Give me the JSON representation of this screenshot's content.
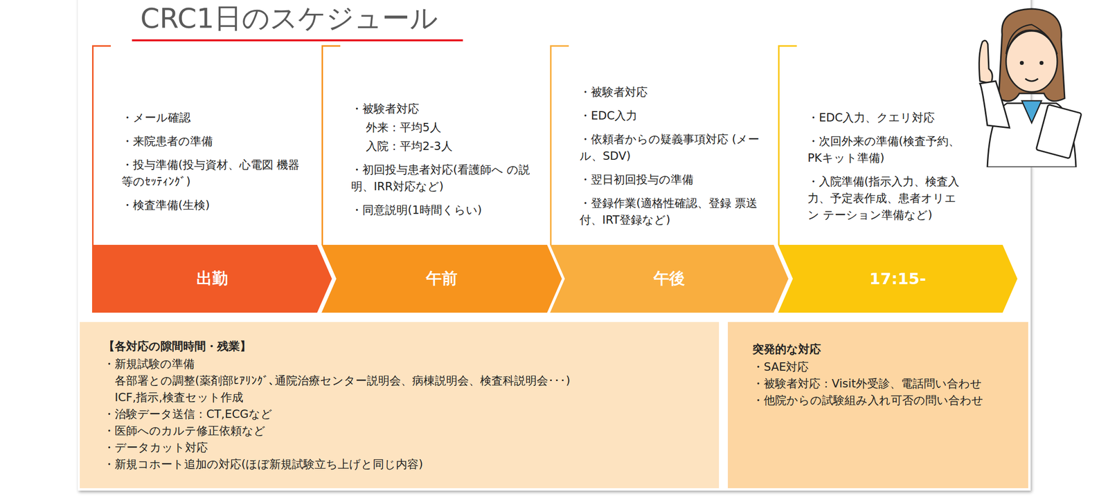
{
  "diagram": {
    "title": "CRC1日のスケジュール",
    "nodes": [
      {
        "text": [
          "・メール確認",
          "・来院患者の準備",
          "・投与準備(投与資材、心電図 機器等のｾｯﾃｨﾝｸﾞ)",
          "・検査準備(生検)"
        ]
      },
      {
        "text": [
          "出勤"
        ]
      },
      {
        "text": [
          "・被験者対応",
          "外来：平均5人",
          "入院：平均2-3人",
          "・初回投与患者対応(看護師へ の説明、IRR対応など)",
          "・同意説明(1時間くらい)"
        ]
      },
      {
        "text": [
          "午前"
        ]
      },
      {
        "text": [
          "・被験者対応",
          "・EDC入力",
          "・依頼者からの疑義事項対応 (メール、SDV)",
          "・翌日初回投与の準備",
          "・登録作業(適格性確認、登録 票送付、IRT登録など)"
        ]
      },
      {
        "text": [
          "午後"
        ]
      },
      {
        "text": [
          "・EDC入力、クエリ対応",
          "・次回外来の準備(検査予約、 PKキット準備)",
          "・入院準備(指示入力、検査入 力、予定表作成、患者オリエン テーション準備など)"
        ]
      },
      {
        "text": [
          "17:15-"
        ]
      },
      {
        "text": [
          "【各対応の隙間時間・残業】",
          "・新規試験の準備",
          "各部署との調整(薬剤部ﾋｱﾘﾝｸﾞ、通院治療センター説明会、病棟説明会、検査科説明会･･･)",
          "ICF,指示,検査セット作成",
          "・治験データ送信：CT,ECGなど",
          "・医師へのカルテ修正依頼など",
          "・データカット対応",
          "・新規コホート追加の対応(ほぼ新規試験立ち上げと同じ内容)"
        ]
      },
      {
        "text": [
          "突発的な対応",
          "・SAE対応",
          "・被験者対応：Visit外受診、電話問い合わせ",
          "・他院からの試験組み入れ可否の問い合わせ"
        ]
      }
    ]
  }
}
